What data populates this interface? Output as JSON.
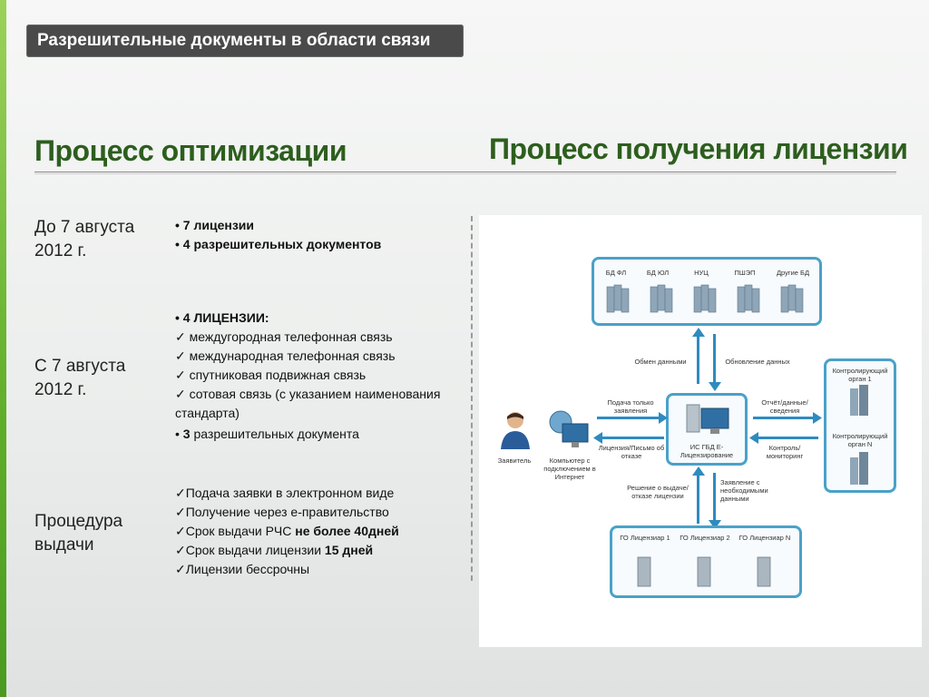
{
  "slide": {
    "header_title": "Разрешительные документы в области связи",
    "left_heading": "Процесс оптимизации",
    "right_heading": "Процесс получения лицензии",
    "accent_color": "#5fae2a",
    "heading_color": "#2d5e1e"
  },
  "sections": [
    {
      "label": "До 7 августа 2012 г.",
      "items": [
        {
          "prefix": "• ",
          "text": "7 лицензии",
          "bold": true
        },
        {
          "prefix": "• ",
          "text": "4 разрешительных документов",
          "bold": true
        }
      ]
    },
    {
      "label": "С 7 августа 2012 г.",
      "items": [
        {
          "prefix": "• ",
          "text": "4 ЛИЦЕНЗИИ:",
          "bold": true
        },
        {
          "prefix": "✓ ",
          "text": "междугородная телефонная связь"
        },
        {
          "prefix": "✓ ",
          "text": "международная телефонная связь"
        },
        {
          "prefix": "✓ ",
          "text": "спутниковая подвижная связь"
        },
        {
          "prefix": "✓ ",
          "text": "сотовая связь (с указанием наименования стандарта)"
        },
        {
          "prefix": "• ",
          "bold_part": "3",
          "text": " разрешительных документа"
        }
      ]
    },
    {
      "label": "Процедура выдачи",
      "items": [
        {
          "prefix": "✓",
          "text": "Подача заявки в электронном виде"
        },
        {
          "prefix": "✓",
          "text": "Получение через е-правительство"
        },
        {
          "prefix": "✓",
          "text": "Срок выдачи РЧС ",
          "bold_part": "не более 40дней"
        },
        {
          "prefix": "✓",
          "text": "Срок выдачи лицензии ",
          "bold_part": "15 дней"
        },
        {
          "prefix": "✓",
          "text": "Лицензии бессрочны"
        }
      ]
    }
  ],
  "diagram": {
    "databases": [
      "БД ФЛ",
      "БД ЮЛ",
      "НУЦ",
      "ПШЭП",
      "Другие БД"
    ],
    "exchange_label": "Обмен данными",
    "update_label": "Обновление данных",
    "applicant_label": "Заявитель",
    "computer_label": "Компьютер с подключением в Интернет",
    "submit_label": "Подача только заявления",
    "reply_label": "Лицензия/Письмо об отказе",
    "center_label": "ИС ГБД Е-Лицензирование",
    "report_label": "Отчёт/данные/ сведения",
    "control_label": "Контроль/ мониторинг",
    "controller1_label": "Контролирующий орган 1",
    "controllerN_label": "Контролирующий орган N",
    "decision_label": "Решение о выдаче/ отказе лицензии",
    "request_label": "Заявление с необходимыми данными",
    "licensors": [
      "ГО Лицензиар 1",
      "ГО Лицензиар 2",
      "ГО Лицензиар N"
    ],
    "line_color": "#2e8bc0",
    "box_color": "#4aa1c9"
  }
}
